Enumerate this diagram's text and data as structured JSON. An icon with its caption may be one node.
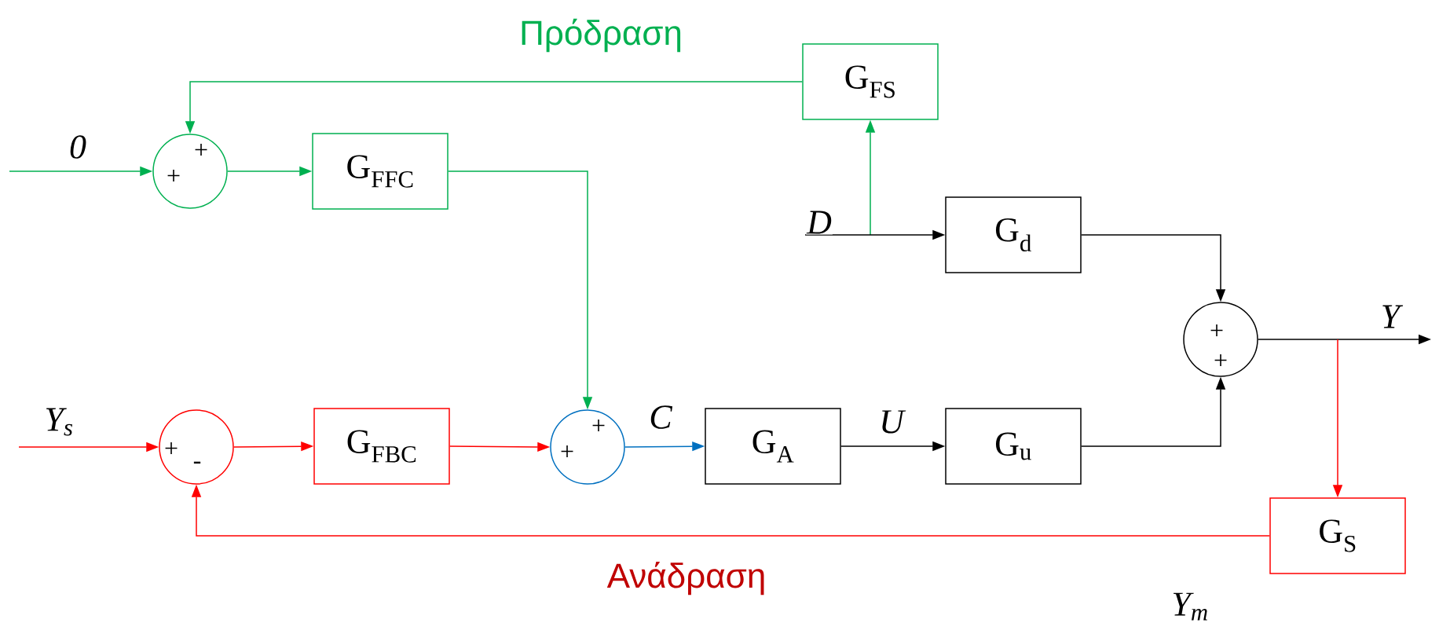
{
  "diagram": {
    "nodes": [
      {
        "text": [
          "G$_{FS}$"
        ]
      },
      {
        "text": [
          "+",
          "+"
        ]
      },
      {
        "text": [
          "G$_{FFC}$"
        ]
      },
      {
        "text": [
          "G$_{d}$"
        ]
      },
      {
        "text": [
          "+",
          "+"
        ]
      },
      {
        "text": [
          "+",
          "-"
        ]
      },
      {
        "text": [
          "G$_{FBC}$"
        ]
      },
      {
        "text": [
          "+",
          "+"
        ]
      },
      {
        "text": [
          "G$_{A}$"
        ]
      },
      {
        "text": [
          "G$_{u}$"
        ]
      },
      {
        "text": [
          "G$_{S}$"
        ],
        "beside": [
          "Y$_{m}$"
        ]
      }
    ],
    "edges": [
      {
        "from": null,
        "to": 1,
        "arrow": "to",
        "label": "0",
        "color": "#00b050"
      },
      {
        "from": 1,
        "to": 2,
        "arrow": "to",
        "color": "#00b050"
      },
      {
        "from": 2,
        "to": 7,
        "arrow": "to",
        "color": "#00b050"
      },
      {
        "from": 0,
        "to": 1,
        "arrow": "to",
        "color": "#00b050"
      },
      {
        "from": null,
        "to": 0,
        "arrow": "to",
        "color": "#00b050"
      },
      {
        "from": null,
        "to": 3,
        "arrow": "to",
        "label": "D",
        "color": "#000000"
      },
      {
        "from": 3,
        "to": 4,
        "arrow": "to",
        "color": "#000000"
      },
      {
        "from": null,
        "to": 5,
        "arrow": "to",
        "label": "Y$_{s}$",
        "color": "#ff0000"
      },
      {
        "from": 5,
        "to": 6,
        "arrow": "to",
        "color": "#ff0000"
      },
      {
        "from": 6,
        "to": 7,
        "arrow": "to",
        "color": "#ff0000"
      },
      {
        "from": 7,
        "to": 8,
        "arrow": "to",
        "label": "C",
        "color": "#0070c0"
      },
      {
        "from": 8,
        "to": 9,
        "arrow": "to",
        "label": "U",
        "color": "#000000"
      },
      {
        "from": 9,
        "to": 4,
        "arrow": "to",
        "color": "#000000"
      },
      {
        "from": 4,
        "to": null,
        "arrow": "to",
        "label": "Y",
        "color": "#000000"
      },
      {
        "from": null,
        "to": 10,
        "arrow": "to",
        "color": "#ff0000"
      },
      {
        "from": 10,
        "to": 5,
        "arrow": "to",
        "color": "#ff0000"
      }
    ],
    "labels": [
      "Πρόδραση",
      "Ανάδραση"
    ]
  }
}
